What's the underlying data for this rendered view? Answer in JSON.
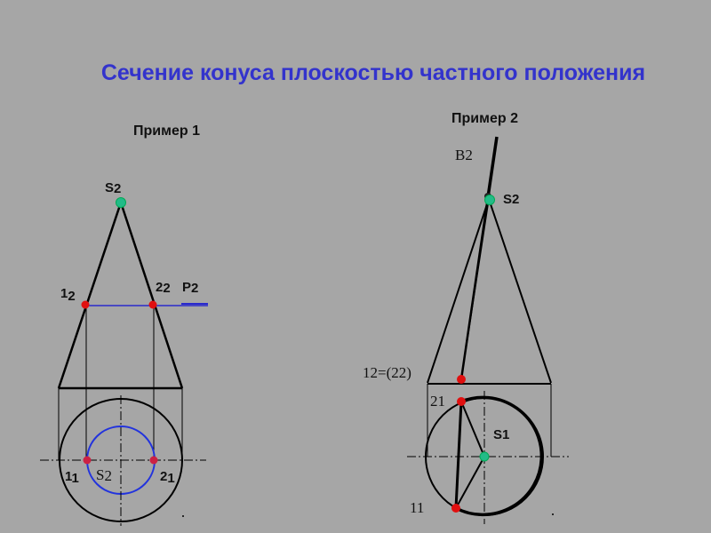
{
  "title": "Сечение конуса плоскостью частного положения",
  "example1": {
    "heading": "Пример 1",
    "labels": {
      "apex": "S",
      "apex_sub": "2",
      "p12": "1",
      "p12_sub": "2",
      "p22": "2",
      "p22_sub": "2",
      "plane": "P",
      "plane_sub": "2",
      "p11": "1",
      "p11_sub": "1",
      "center": "S",
      "center_sub": "2",
      "p21": "2",
      "p21_sub": "1"
    }
  },
  "example2": {
    "heading": "Пример 2",
    "labels": {
      "plane": "B",
      "plane_sub": "2",
      "apex": "S",
      "apex_sub": "2",
      "p12": "12=(22)",
      "p21": "2",
      "p21_sub": "1",
      "center": "S",
      "center_sub": "1",
      "p11": "1",
      "p11_sub": "1"
    }
  },
  "colors": {
    "title": "#3333cc",
    "section_line": "#2a2acc",
    "point": "#e01010",
    "apex_point": "#22bb88",
    "background": "#a6a6a6"
  }
}
